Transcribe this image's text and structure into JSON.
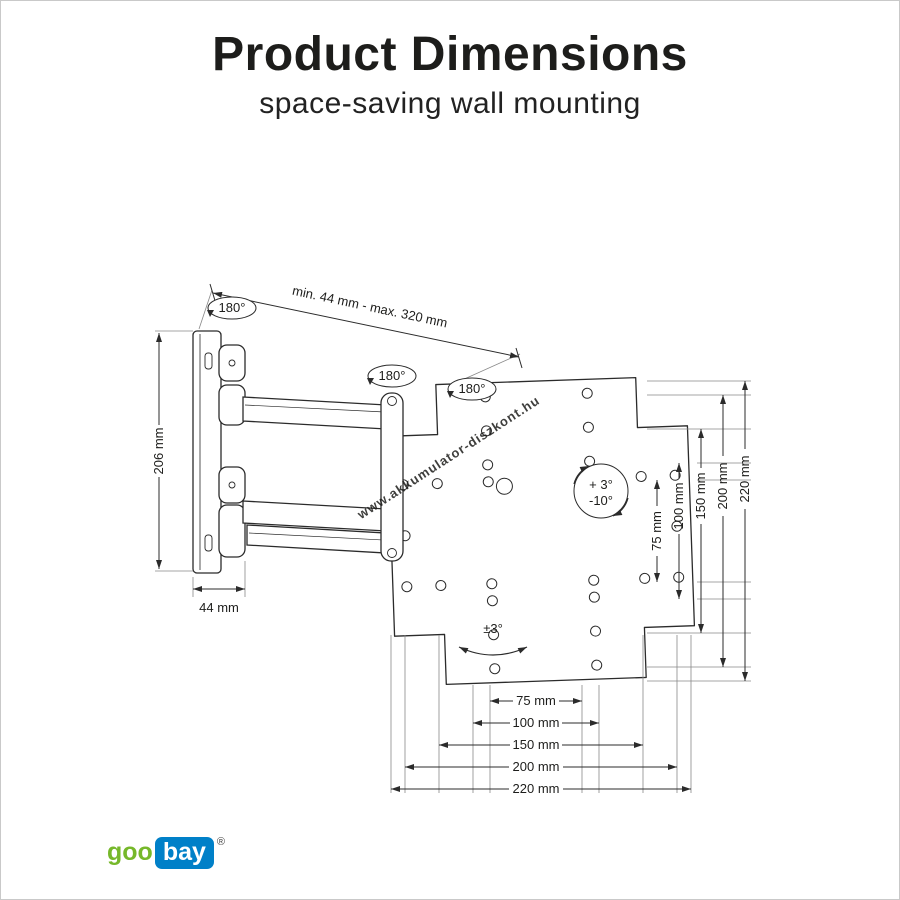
{
  "header": {
    "title": "Product Dimensions",
    "subtitle": "space-saving wall mounting"
  },
  "watermark": {
    "text": "www.akkumulator-diszkont.hu",
    "color": "#b39a00"
  },
  "diagram": {
    "arm_range": "min. 44 mm - max. 320 mm",
    "swivel_wall": "180°",
    "swivel_arm": "180°",
    "swivel_plate": "180°",
    "bracket_height": "206 mm",
    "bracket_depth": "44 mm",
    "tilt_up": "+ 3°",
    "tilt_down": "-10°",
    "level": "±3°",
    "vesa_vertical": [
      "75 mm",
      "100 mm",
      "150 mm",
      "200 mm",
      "220 mm"
    ],
    "vesa_horizontal": [
      "75 mm",
      "100 mm",
      "150 mm",
      "200 mm",
      "220 mm"
    ]
  },
  "logo": {
    "goo": "goo",
    "bay": "bay",
    "registered": "®",
    "green": "#76b82a",
    "blue": "#0080c8"
  }
}
